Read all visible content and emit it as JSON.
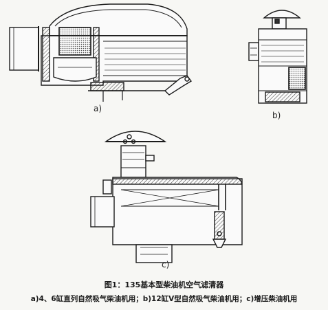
{
  "figure": {
    "labels": {
      "a": "a)",
      "b": "b)",
      "c": "c)"
    },
    "caption": {
      "title": "图1：135基本型柴油机空气滤清器",
      "detail": "a)4、6缸直列自然吸气柴油机用；b)12缸V型自然吸气柴油机用；c)增压柴油机用"
    }
  }
}
